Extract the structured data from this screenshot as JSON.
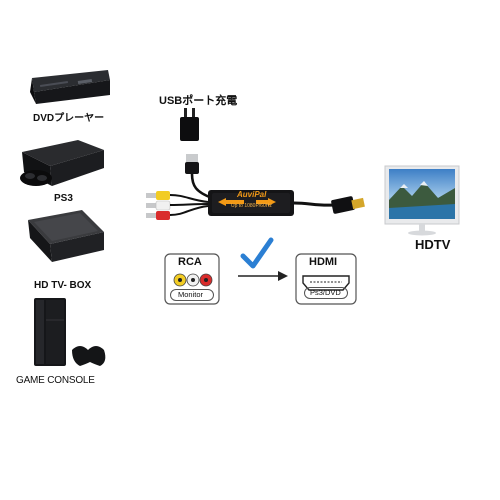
{
  "devices": [
    {
      "label": "DVDプレーヤー",
      "icon": "dvd-player-icon"
    },
    {
      "label": "PS3",
      "icon": "ps3-console-icon"
    },
    {
      "label": "HD TV- BOX",
      "icon": "tv-box-icon"
    },
    {
      "label": "GAME CONSOLE",
      "icon": "game-console-icon"
    }
  ],
  "power_label": "USBポート充電",
  "adapter": {
    "brand": "AuviPal",
    "spec": "Up to 1080P/60Hz"
  },
  "rca_box": {
    "title": "RCA",
    "subtitle": "Monitor"
  },
  "hdmi_box": {
    "title": "HDMI",
    "subtitle": "Ps3/DVD"
  },
  "tv_label": "HDTV",
  "colors": {
    "check": "#2b7fd3",
    "rca_yellow": "#f2cc24",
    "rca_white": "#f1f1f1",
    "rca_red": "#d92c2c",
    "adapter_orange": "#f39a16"
  }
}
